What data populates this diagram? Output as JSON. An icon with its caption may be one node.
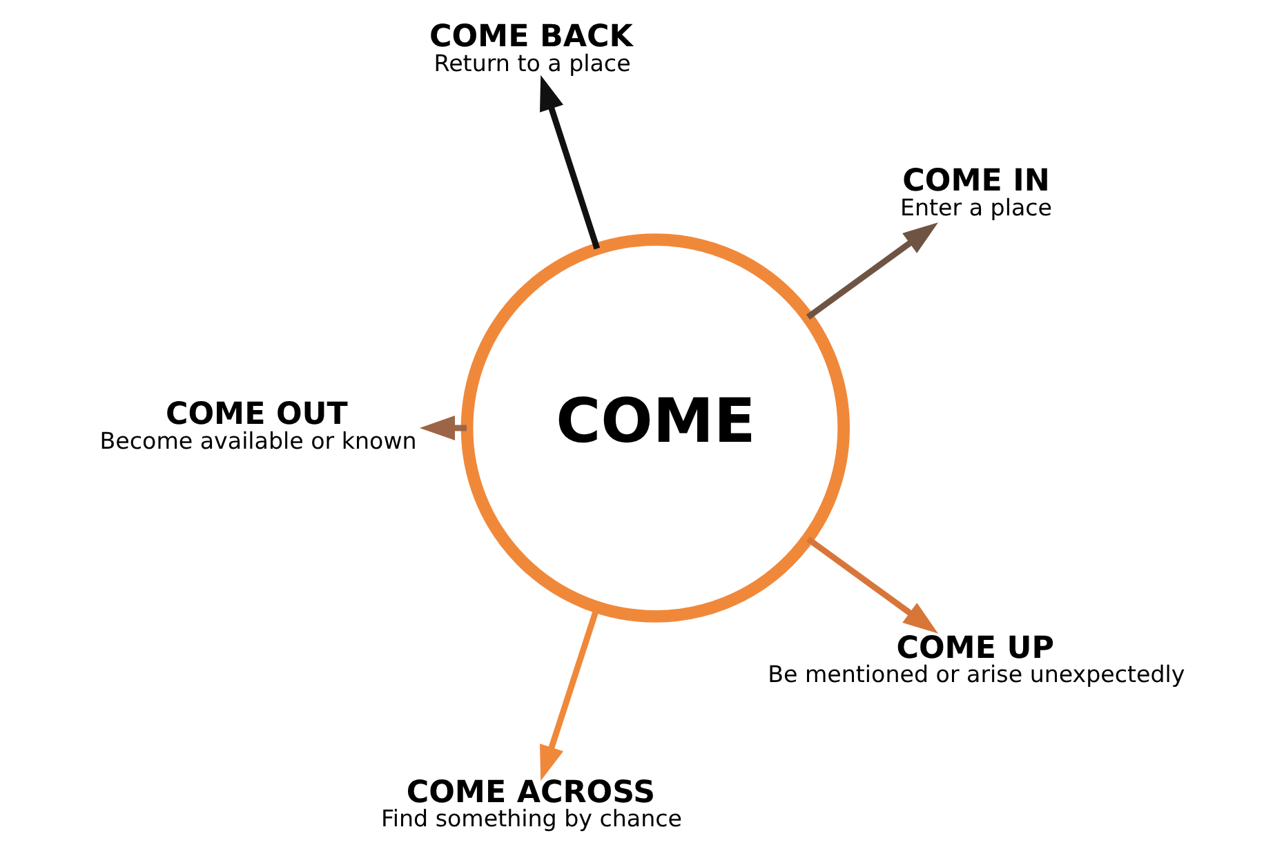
{
  "diagram": {
    "nodes": [
      {
        "text": [
          "COME IN",
          "Enter a place"
        ]
      },
      {
        "text": [
          "COME BACK",
          "Return to a place"
        ]
      },
      {
        "text": [
          "COME OUT",
          "Become available or known"
        ]
      },
      {
        "text": [
          "COME"
        ]
      },
      {
        "text": [
          "COME ACROSS",
          "Find something by chance"
        ]
      },
      {
        "text": [
          "COME UP",
          "Be mentioned or arise unexpectedly"
        ]
      }
    ],
    "edges": [
      {
        "from": 3,
        "to": 0,
        "arrow": "to",
        "color": "#6f5443"
      },
      {
        "from": 3,
        "to": 2,
        "arrow": "to",
        "color": "#9c6545"
      },
      {
        "from": 3,
        "to": 5,
        "arrow": "to",
        "color": "#d8763a"
      },
      {
        "from": 3,
        "to": 4,
        "arrow": "to",
        "color": "#f0883a"
      },
      {
        "from": 3,
        "to": 1,
        "arrow": "to",
        "color": "#111111"
      }
    ]
  }
}
